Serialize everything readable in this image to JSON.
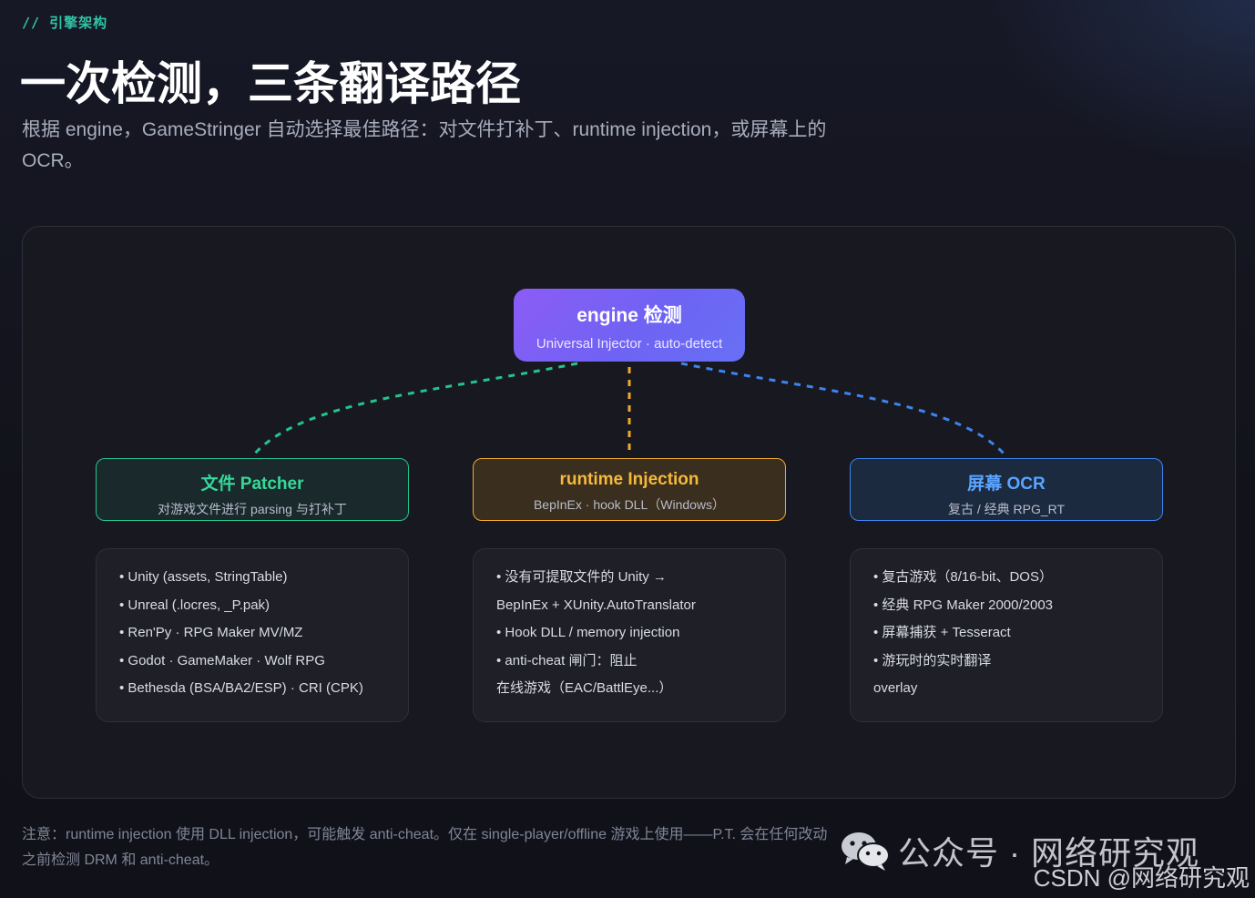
{
  "header": {
    "section_tag": "// 引擎架构",
    "title": "一次检测，三条翻译路径",
    "subtitle": "根据 engine，GameStringer 自动选择最佳路径：对文件打补丁、runtime injection，或屏幕上的 OCR。"
  },
  "diagram": {
    "root": {
      "title": "engine 检测",
      "subtitle": "Universal Injector · auto-detect"
    },
    "branches": [
      {
        "title": "文件 Patcher",
        "subtitle": "对游戏文件进行 parsing 与打补丁",
        "color": "#23c48c",
        "details": [
          "• Unity (assets, StringTable)",
          "• Unreal (.locres, _P.pak)",
          "• Ren'Py · RPG Maker MV/MZ",
          "• Godot · GameMaker · Wolf RPG",
          "• Bethesda (BSA/BA2/ESP) · CRI (CPK)"
        ]
      },
      {
        "title": "runtime Injection",
        "subtitle": "BepInEx · hook DLL（Windows）",
        "color": "#f0a92c",
        "details": [
          "• 没有可提取文件的 Unity →",
          "BepInEx + XUnity.AutoTranslator",
          "• Hook DLL / memory injection",
          "• anti-cheat 闸门：阻止",
          "在线游戏（EAC/BattlEye...）"
        ]
      },
      {
        "title": "屏幕 OCR",
        "subtitle": "复古 / 经典 RPG_RT",
        "color": "#3c84f0",
        "details": [
          "• 复古游戏（8/16-bit、DOS）",
          "• 经典 RPG Maker 2000/2003",
          "• 屏幕捕获 + Tesseract",
          "• 游玩时的实时翻译",
          "overlay"
        ]
      }
    ]
  },
  "footnote": "注意：runtime injection 使用 DLL injection，可能触发 anti-cheat。仅在 single-player/offline 游戏上使用——P.T. 会在任何改动之前检测 DRM 和 anti-cheat。",
  "watermark": {
    "icon": "wechat-icon",
    "text": "公众号 · 网络研究观",
    "csdn": "CSDN @网络研究观"
  }
}
